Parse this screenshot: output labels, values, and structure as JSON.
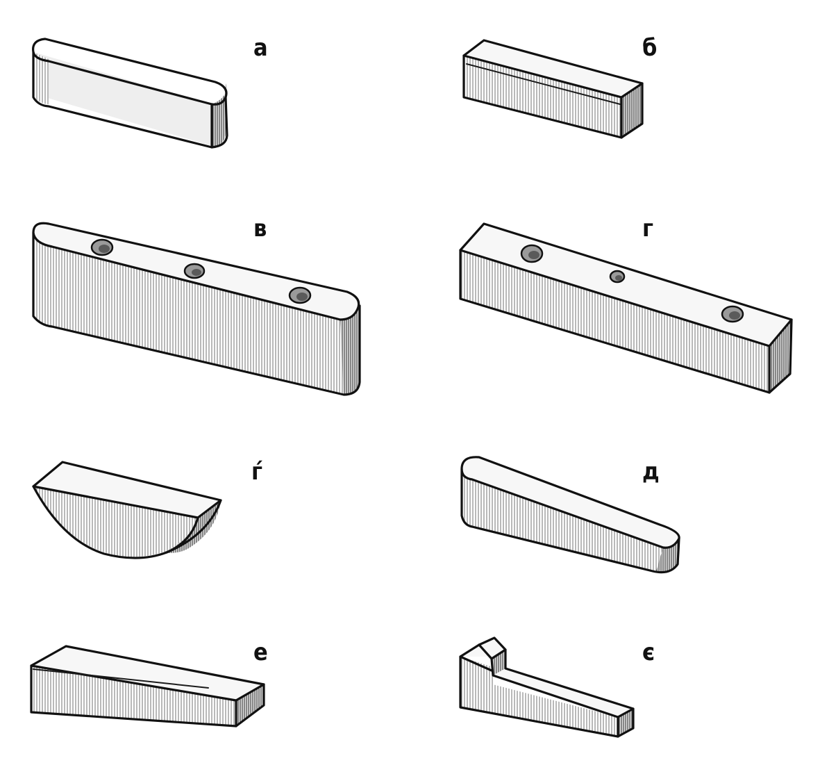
{
  "labels": {
    "a": "а",
    "b": "б",
    "v": "в",
    "g": "г",
    "g_prime": "ѓ",
    "d": "д",
    "e": "е",
    "ye": "є"
  }
}
